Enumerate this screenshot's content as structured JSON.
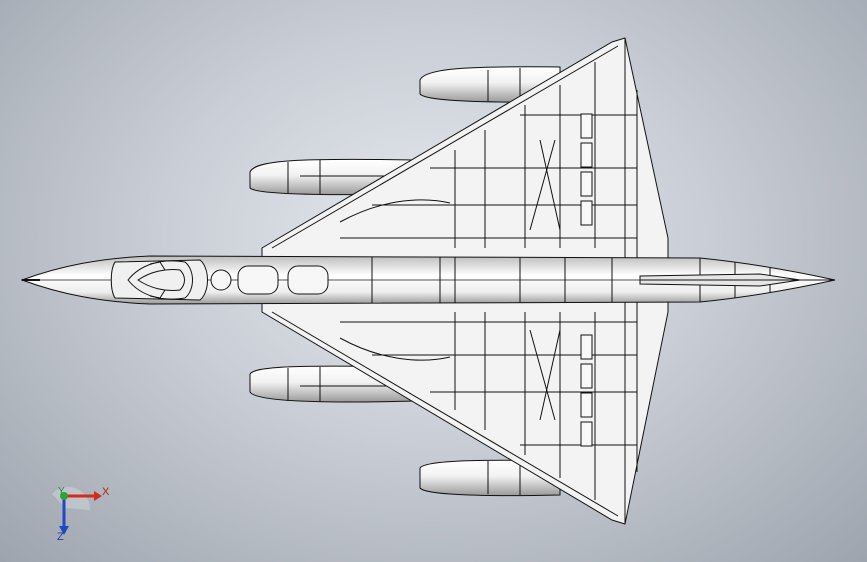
{
  "viewport": {
    "background_center": "#e4e8ee",
    "background_edge": "#9ea4ad",
    "model_fill": "#f4f4f4",
    "model_stroke": "#111111"
  },
  "triad": {
    "x_label": "X",
    "y_label": "Y",
    "z_label": "Z",
    "x_color": "#d42a1e",
    "y_color": "#2aa33a",
    "z_color": "#2346c4"
  }
}
